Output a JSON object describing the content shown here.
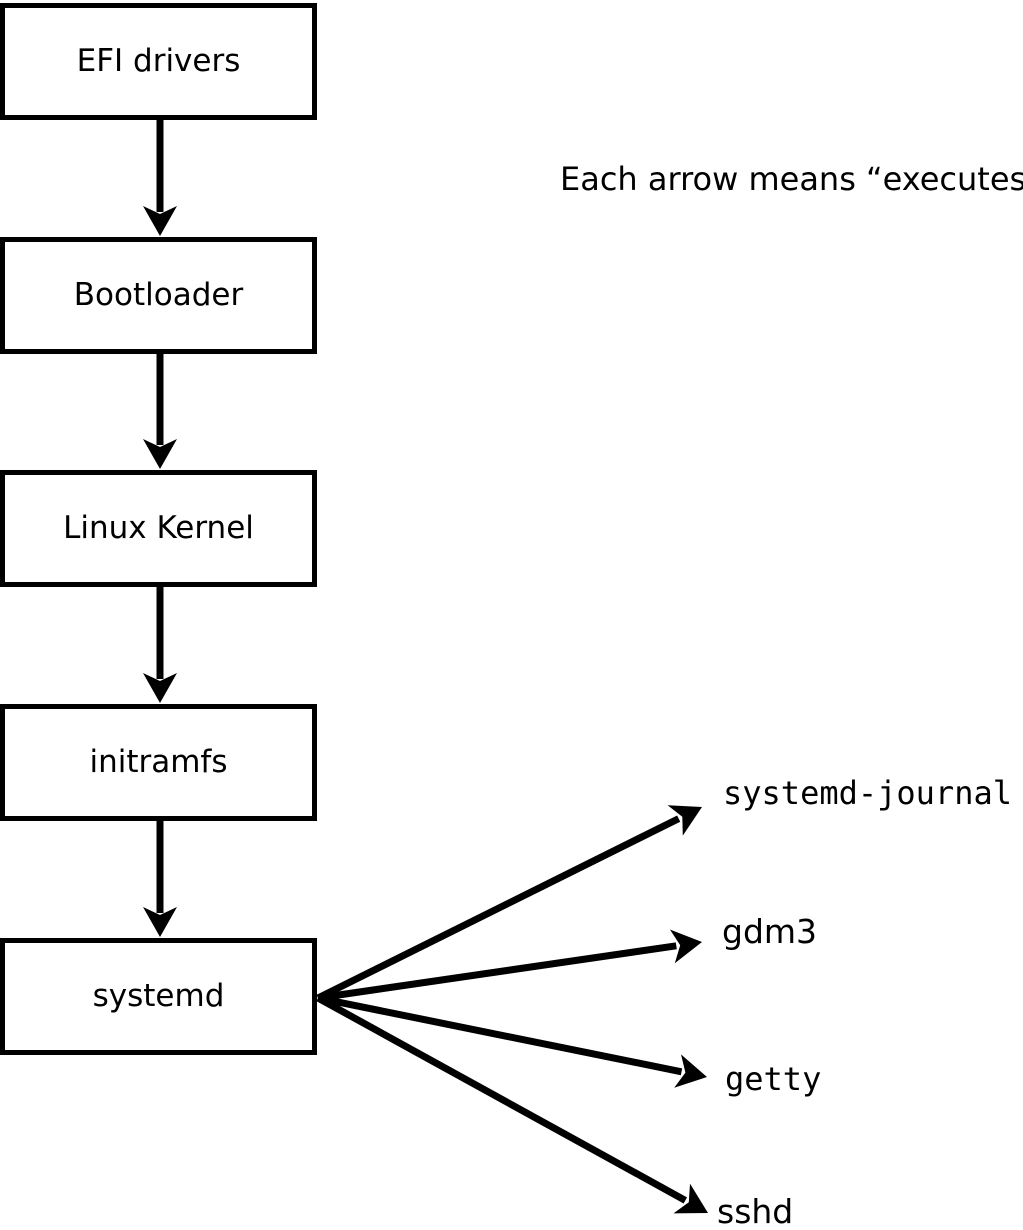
{
  "note": "Each arrow means “executes”.",
  "arrow_meaning": "executes",
  "nodes": {
    "efi": "EFI drivers",
    "bootloader": "Bootloader",
    "kernel": "Linux Kernel",
    "initramfs": "initramfs",
    "systemd": "systemd"
  },
  "targets": {
    "journal": "systemd-journal",
    "gdm3": "gdm3",
    "getty": "getty",
    "sshd": "sshd"
  },
  "edges": [
    {
      "from": "EFI drivers",
      "to": "Bootloader"
    },
    {
      "from": "Bootloader",
      "to": "Linux Kernel"
    },
    {
      "from": "Linux Kernel",
      "to": "initramfs"
    },
    {
      "from": "initramfs",
      "to": "systemd"
    },
    {
      "from": "systemd",
      "to": "systemd-journal"
    },
    {
      "from": "systemd",
      "to": "gdm3"
    },
    {
      "from": "systemd",
      "to": "getty"
    },
    {
      "from": "systemd",
      "to": "sshd"
    }
  ],
  "colors": {
    "foreground": "#000000",
    "background": "#ffffff"
  }
}
